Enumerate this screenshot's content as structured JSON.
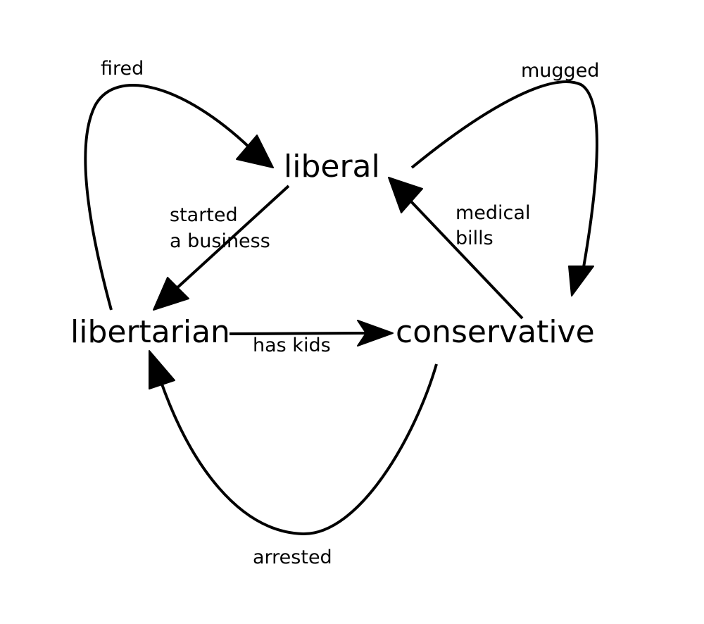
{
  "nodes": {
    "liberal": "liberal",
    "libertarian": "libertarian",
    "conservative": "conservative"
  },
  "edges": {
    "fired": "fired",
    "mugged": "mugged",
    "started_a_business_line1": "started",
    "started_a_business_line2": "a business",
    "medical_bills_line1": "medical",
    "medical_bills_line2": "bills",
    "has_kids": "has kids",
    "arrested": "arrested"
  },
  "colors": {
    "ink": "#000000",
    "background": "#ffffff"
  }
}
